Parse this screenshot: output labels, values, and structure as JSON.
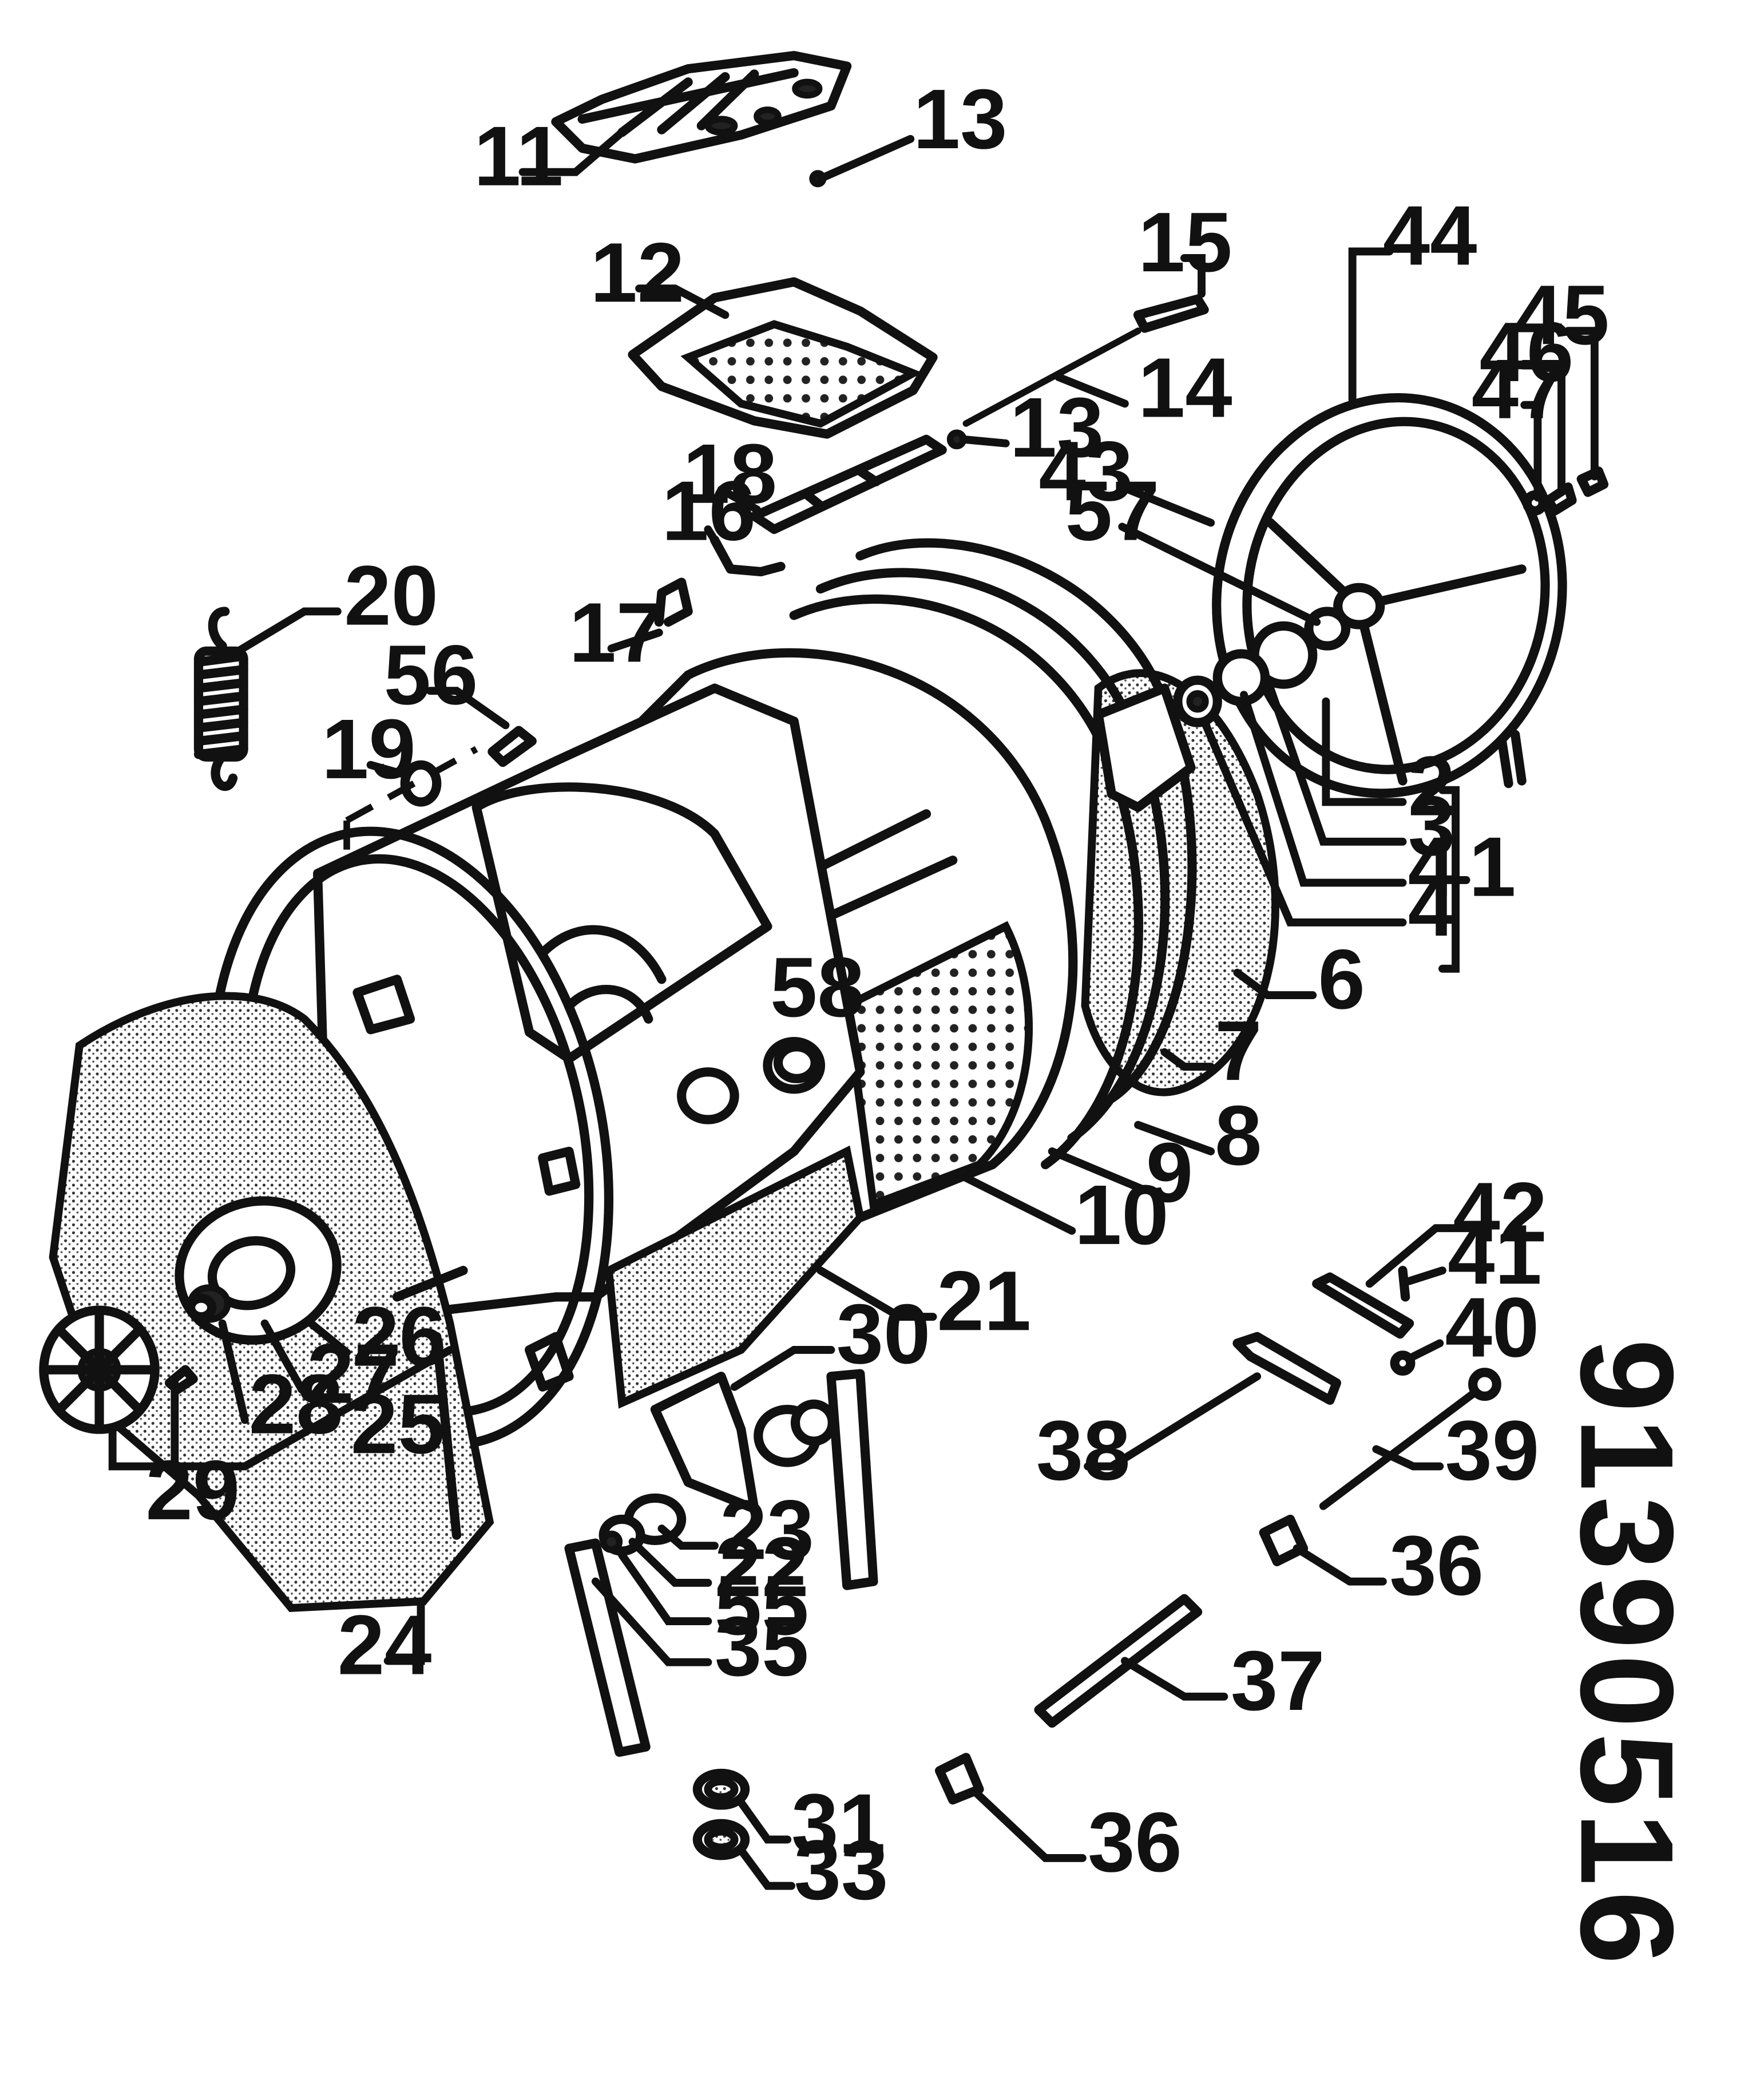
{
  "callouts": [
    {
      "id": "p11",
      "text": "11"
    },
    {
      "id": "p13a",
      "text": "13"
    },
    {
      "id": "p12",
      "text": "12"
    },
    {
      "id": "p15",
      "text": "15"
    },
    {
      "id": "p14",
      "text": "14"
    },
    {
      "id": "p13b",
      "text": "13"
    },
    {
      "id": "p44",
      "text": "44"
    },
    {
      "id": "p45",
      "text": "45"
    },
    {
      "id": "p46",
      "text": "46"
    },
    {
      "id": "p47",
      "text": "47"
    },
    {
      "id": "p43",
      "text": "43"
    },
    {
      "id": "p57",
      "text": "57"
    },
    {
      "id": "p18",
      "text": "18"
    },
    {
      "id": "p16",
      "text": "16"
    },
    {
      "id": "p17",
      "text": "17"
    },
    {
      "id": "p20",
      "text": "20"
    },
    {
      "id": "p56",
      "text": "56"
    },
    {
      "id": "p19",
      "text": "19"
    },
    {
      "id": "p2",
      "text": "2"
    },
    {
      "id": "p3",
      "text": "3"
    },
    {
      "id": "p4a",
      "text": "4"
    },
    {
      "id": "p4b",
      "text": "4"
    },
    {
      "id": "p1",
      "text": "1"
    },
    {
      "id": "p6",
      "text": "6"
    },
    {
      "id": "p7",
      "text": "7"
    },
    {
      "id": "p58",
      "text": "58"
    },
    {
      "id": "p8",
      "text": "8"
    },
    {
      "id": "p9",
      "text": "9"
    },
    {
      "id": "p10",
      "text": "10"
    },
    {
      "id": "p42",
      "text": "42"
    },
    {
      "id": "p41",
      "text": "41"
    },
    {
      "id": "p40",
      "text": "40"
    },
    {
      "id": "p21",
      "text": "21"
    },
    {
      "id": "p30",
      "text": "30"
    },
    {
      "id": "p26",
      "text": "26"
    },
    {
      "id": "p27",
      "text": "27"
    },
    {
      "id": "p28",
      "text": "28"
    },
    {
      "id": "p25",
      "text": "25"
    },
    {
      "id": "p29",
      "text": "29"
    },
    {
      "id": "p38",
      "text": "38"
    },
    {
      "id": "p39",
      "text": "39"
    },
    {
      "id": "p23",
      "text": "23"
    },
    {
      "id": "p22",
      "text": "22"
    },
    {
      "id": "p55",
      "text": "55"
    },
    {
      "id": "p35",
      "text": "35"
    },
    {
      "id": "p36a",
      "text": "36"
    },
    {
      "id": "p24",
      "text": "24"
    },
    {
      "id": "p37",
      "text": "37"
    },
    {
      "id": "p31",
      "text": "31"
    },
    {
      "id": "p33",
      "text": "33"
    },
    {
      "id": "p36b",
      "text": "36"
    }
  ],
  "reference_code": "91390516"
}
